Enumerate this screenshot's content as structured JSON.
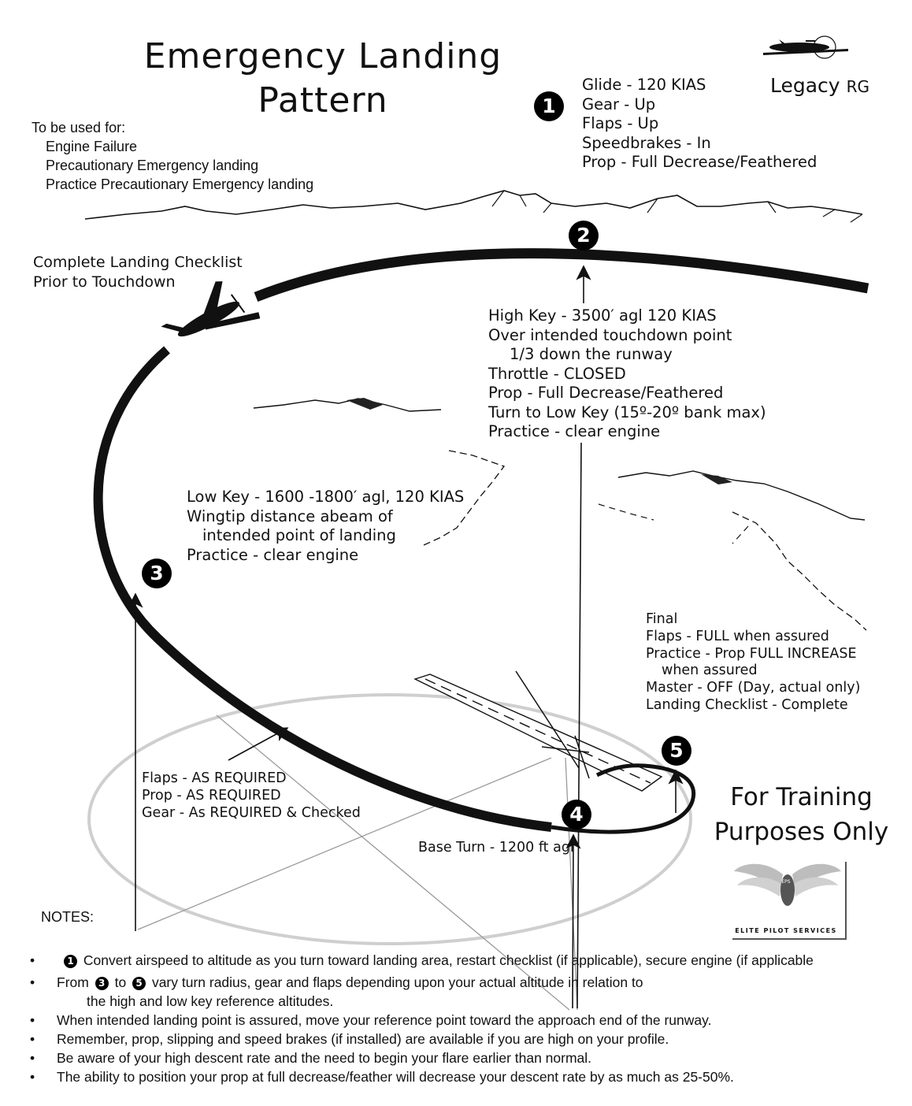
{
  "title": [
    "Emergency Landing",
    "Pattern"
  ],
  "brand": {
    "name": "Legacy",
    "suffix": "RG",
    "company": "ELITE PILOT SERVICES",
    "monogram": "EPS"
  },
  "use_for": {
    "heading": "To be used for:",
    "items": [
      "Engine Failure",
      "Precautionary Emergency landing",
      "Practice Precautionary Emergency landing"
    ]
  },
  "step1": {
    "badge": "1",
    "lines": [
      "Glide - 120 KIAS",
      "Gear - Up",
      "Flaps - Up",
      "Speedbrakes - In",
      "Prop - Full Decrease/Feathered"
    ]
  },
  "step2": {
    "badge": "2",
    "lines": [
      "High Key - 3500′ agl 120 KIAS",
      "Over intended touchdown point",
      "1/3 down the runway",
      "Throttle - CLOSED",
      "Prop - Full Decrease/Feathered",
      "Turn to Low Key (15º-20º bank max)",
      "Practice - clear engine"
    ]
  },
  "step3": {
    "badge": "3",
    "lines": [
      "Low Key - 1600 -1800′ agl, 120 KIAS",
      "Wingtip distance abeam of",
      "intended point of landing",
      "Practice - clear engine"
    ]
  },
  "step4": {
    "badge": "4",
    "label": "Base Turn - 1200 ft agl"
  },
  "step5": {
    "badge": "5",
    "lines": [
      "Final",
      "Flaps - FULL when assured",
      "Practice - Prop FULL INCREASE",
      "when assured",
      "Master - OFF (Day, actual only)",
      "Landing Checklist - Complete"
    ]
  },
  "checklist_note": [
    "Complete Landing Checklist",
    "Prior to Touchdown"
  ],
  "config_note": [
    "Flaps - AS REQUIRED",
    "Prop - AS REQUIRED",
    "Gear - As REQUIRED & Checked"
  ],
  "training": [
    "For Training",
    "Purposes Only"
  ],
  "notes": {
    "heading": "NOTES:",
    "n1": {
      "badge": "1",
      "text": "Convert airspeed to altitude as you turn toward landing area, restart checklist (if applicable), secure engine (if applicable"
    },
    "n2": {
      "pre": "From",
      "b1": "3",
      "mid": "to",
      "b2": "5",
      "text": "vary turn radius, gear and flaps depending upon your actual altitude in relation to",
      "cont": "the high and low key reference altitudes."
    },
    "n3": "When intended landing point is assured, move your reference point toward the approach end of the runway.",
    "n4": "Remember, prop, slipping and speed brakes (if installed) are available if you are high on your profile.",
    "n5": "Be aware of your high descent rate and the need to begin your flare earlier than normal.",
    "n6": "The ability to position your prop at full decrease/feather will decrease your descent rate by as much as 25-50%."
  }
}
